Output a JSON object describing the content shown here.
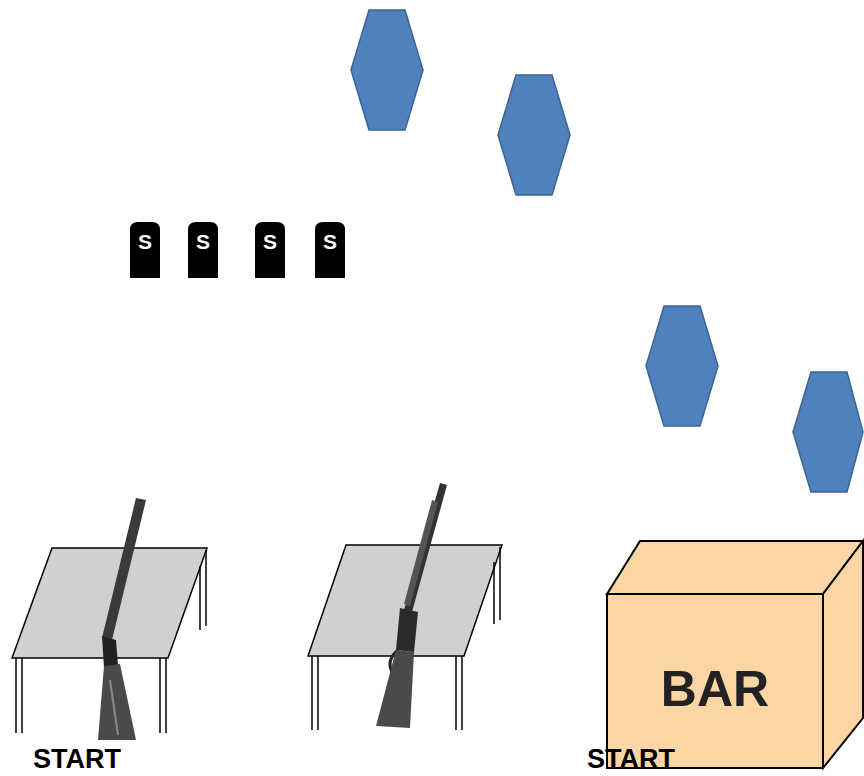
{
  "diagram": {
    "nodes": [
      {
        "text": [
          "S"
        ]
      },
      {
        "text": [
          "S"
        ]
      },
      {
        "text": [
          "S"
        ]
      },
      {
        "text": [
          "S"
        ]
      },
      {
        "text": [
          "BAR"
        ]
      }
    ],
    "labels": [
      "START",
      "START"
    ]
  }
}
